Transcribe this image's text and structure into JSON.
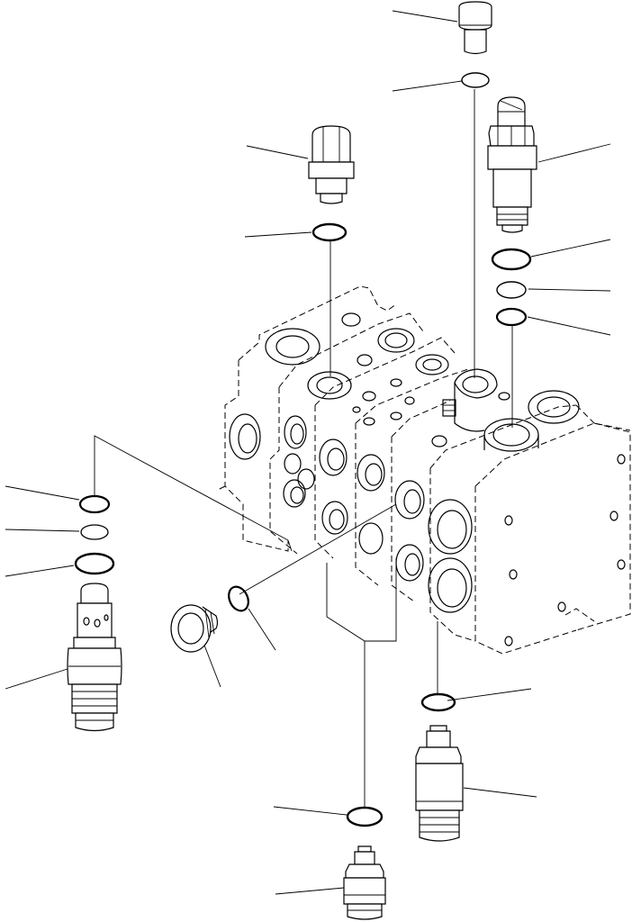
{
  "diagram": {
    "background": "#ffffff",
    "line_color": "#000000",
    "parts": [
      "cap-plug-top",
      "o-ring-small-top",
      "relief-valve-top-right",
      "o-ring-large-right",
      "backup-ring-right",
      "o-ring-right",
      "cap-plug-upper-left",
      "o-ring-upper-left",
      "valve-body",
      "o-ring-left-1",
      "backup-ring-left",
      "o-ring-left-2",
      "valve-left",
      "plug-left",
      "o-ring-center",
      "o-ring-lower-right",
      "valve-lower-right",
      "o-ring-bottom",
      "valve-bottom"
    ]
  }
}
